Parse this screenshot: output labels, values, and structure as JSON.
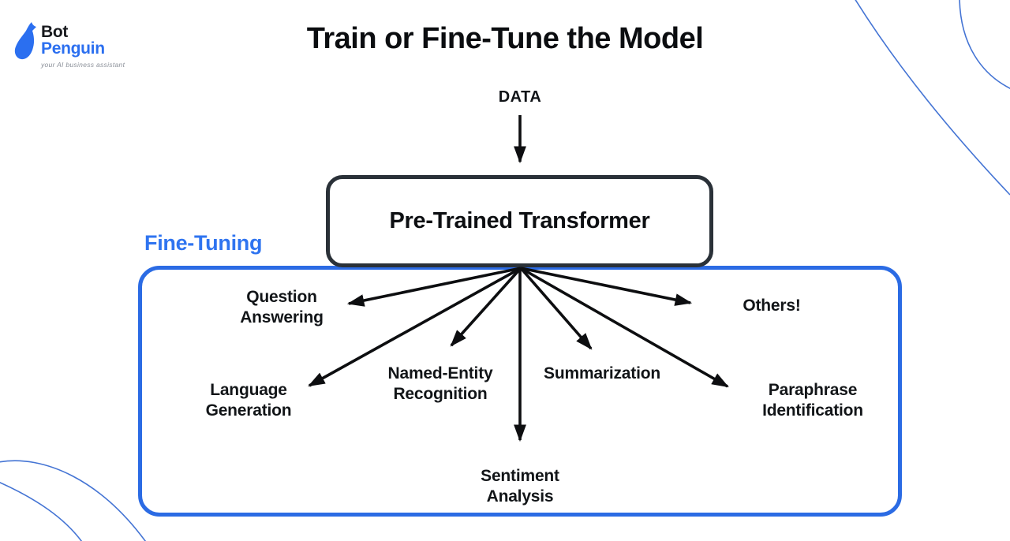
{
  "brand": {
    "name_top": "Bot",
    "name_bottom": "Penguin",
    "tagline": "your AI business assistant"
  },
  "header": {
    "title": "Train or Fine-Tune the Model"
  },
  "diagram": {
    "data_label": "DATA",
    "model_label": "Pre-Trained Transformer",
    "group_label": "Fine-Tuning",
    "tasks": [
      {
        "label": "Question Answering"
      },
      {
        "label": "Language Generation"
      },
      {
        "label": "Named-Entity Recognition"
      },
      {
        "label": "Sentiment Analysis"
      },
      {
        "label": "Summarization"
      },
      {
        "label": "Paraphrase Identification"
      },
      {
        "label": "Others!"
      }
    ]
  },
  "colors": {
    "accent_blue_border": "#2B6BE4",
    "fine_tuning_text": "#2F74F0",
    "brand_blue": "#2B6FF0",
    "model_box_border": "#2A3138",
    "arrow_black": "#0D0E10",
    "decorative_line_blue": "#4474D4",
    "text_black": "#131619",
    "background": "#FFFFFF"
  }
}
